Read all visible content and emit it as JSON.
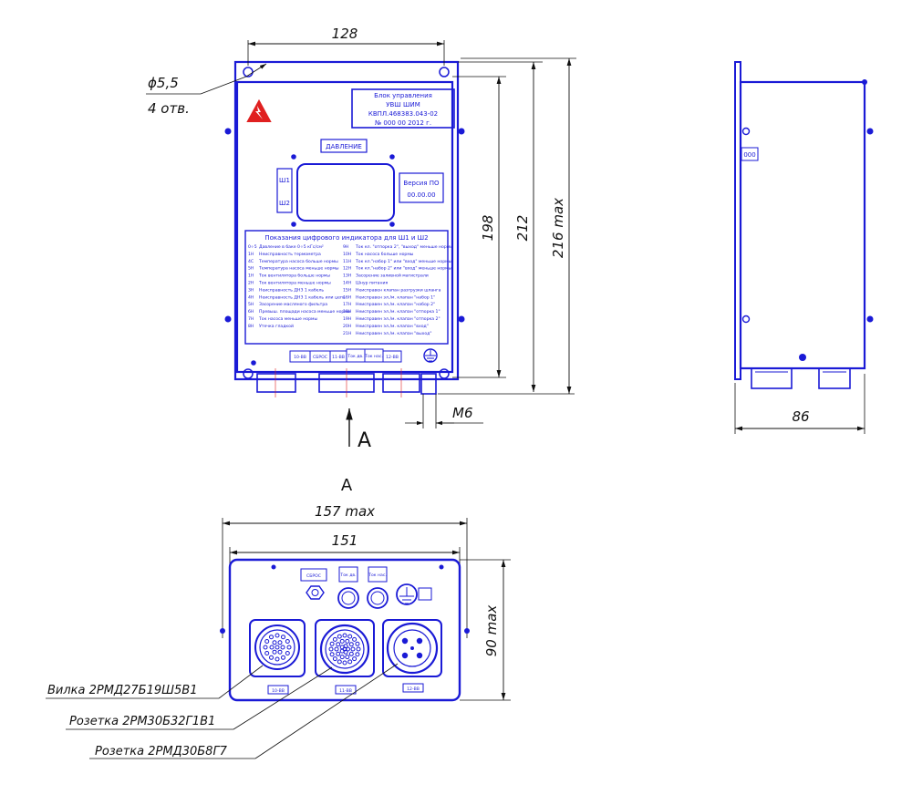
{
  "dims": {
    "top_width": "128",
    "hole_dia": "ϕ5,5",
    "hole_count": "4 отв.",
    "h198": "198",
    "h212": "212",
    "h216": "216 max",
    "thread": "M6",
    "side_depth": "86",
    "bottom_157": "157 max",
    "bottom_151": "151",
    "bottom_90": "90 max"
  },
  "view_label": "А",
  "plate": {
    "line1": "Блок управления",
    "line2": "УВШ ШИМ",
    "line3": "КВПЛ.468383.043-02",
    "line4": "№ 000    00    2012 г."
  },
  "front": {
    "pressure": "ДАВЛЕНИЕ",
    "sh1": "Ш1",
    "sh2": "Ш2",
    "version_label": "Версия ПО",
    "version_value": "00.00.00",
    "table_title": "Показания цифрового индикатора для Ш1 и Ш2",
    "left_rows": [
      [
        "0÷5",
        "Давление в баке 0÷5 кГс/см²"
      ],
      [
        "1Н",
        "Неисправность термометра"
      ],
      [
        "4С",
        "Температура насоса больше нормы"
      ],
      [
        "5Н",
        "Температура насоса меньше нормы"
      ],
      [
        "1Н",
        "Ток вентилятора больше нормы"
      ],
      [
        "2Н",
        "Ток вентилятора меньше нормы"
      ],
      [
        "3Н",
        "Неисправность ДНЗ 1 кабель"
      ],
      [
        "4Н",
        "Неисправность ДНЗ 1 кабель или цепь"
      ],
      [
        "5Н",
        "Засорение масляного фильтра"
      ],
      [
        "6Н",
        "Превыш. площади насоса меньше нормы"
      ],
      [
        "7Н",
        "Ток насоса меньше нормы"
      ],
      [
        "8Н",
        "Утечка гладкой"
      ]
    ],
    "right_rows": [
      [
        "9Н",
        "Ток кл. \"отпорка 2\", \"выход\" меньше нормы"
      ],
      [
        "10Н",
        "Ток насоса больше нормы"
      ],
      [
        "11Н",
        "Ток кл.\"набор 1\" или \"вход\" меньше нормы"
      ],
      [
        "12Н",
        "Ток кл.\"набор 2\" или \"вход\" меньше нормы"
      ],
      [
        "13Н",
        "Засорение заливной магистрали"
      ],
      [
        "14Н",
        "Шнур питания"
      ],
      [
        "15Н",
        "Неисправен клапан разгрузки шланга"
      ],
      [
        "16Н",
        "Неисправен эл./м. клапан \"набор 1\""
      ],
      [
        "17Н",
        "Неисправен эл./м. клапан \"набор 2\""
      ],
      [
        "18Н",
        "Неисправен эл./м. клапан \"отпорка 1\""
      ],
      [
        "19Н",
        "Неисправен эл./м. клапан \"отпорка 2\""
      ],
      [
        "20Н",
        "Неисправен эл./м. клапан \"вход\""
      ],
      [
        "21Н",
        "Неисправен эл./м. клапан \"выход\""
      ]
    ],
    "conn_labels": [
      "10-ВВ",
      "СБРОС",
      "11-ВВ",
      "Ток дв.",
      "Ток нас.",
      "12-ВВ"
    ]
  },
  "side": {
    "tag": "000"
  },
  "bottom": {
    "sbros": "СБРОС",
    "tok1": "Ток дв.",
    "tok2": "Ток нас.",
    "c1": "10-ВВ",
    "c2": "11-ВВ",
    "c3": "12-ВВ"
  },
  "callouts": {
    "plug": "Вилка 2РМД27Б19Ш5В1",
    "socket1": "Розетка 2РМ30Б32Г1В1",
    "socket2": "Розетка 2РМД30Б8Г7"
  },
  "colors": {
    "drawing": "#1a1ad6",
    "dimension": "#111111",
    "warning": "#e02020"
  }
}
